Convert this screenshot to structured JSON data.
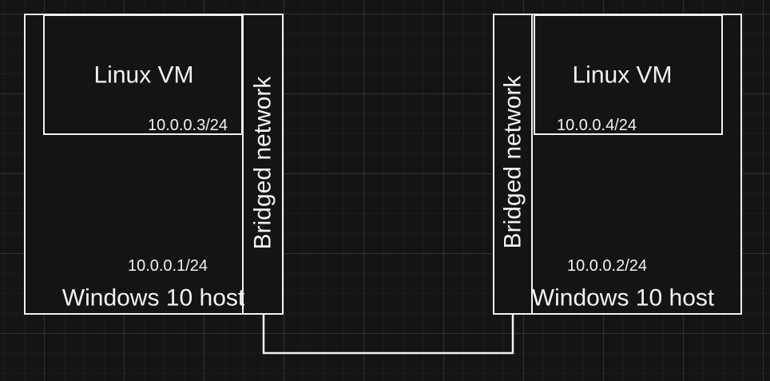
{
  "diagram": {
    "type": "network-diagram",
    "colors": {
      "canvas_background": "#141414",
      "shape_fill": "#141414",
      "stroke": "#f2f2f2",
      "text": "#f2f2f2"
    },
    "hosts": [
      {
        "host_label": "Windows 10 host",
        "host_ip": "10.0.0.1/24",
        "vm_label": "Linux VM",
        "vm_ip": "10.0.0.3/24",
        "bridge_label": "Bridged network"
      },
      {
        "host_label": "Windows 10 host",
        "host_ip": "10.0.0.2/24",
        "vm_label": "Linux VM",
        "vm_ip": "10.0.0.4/24",
        "bridge_label": "Bridged network"
      }
    ]
  }
}
